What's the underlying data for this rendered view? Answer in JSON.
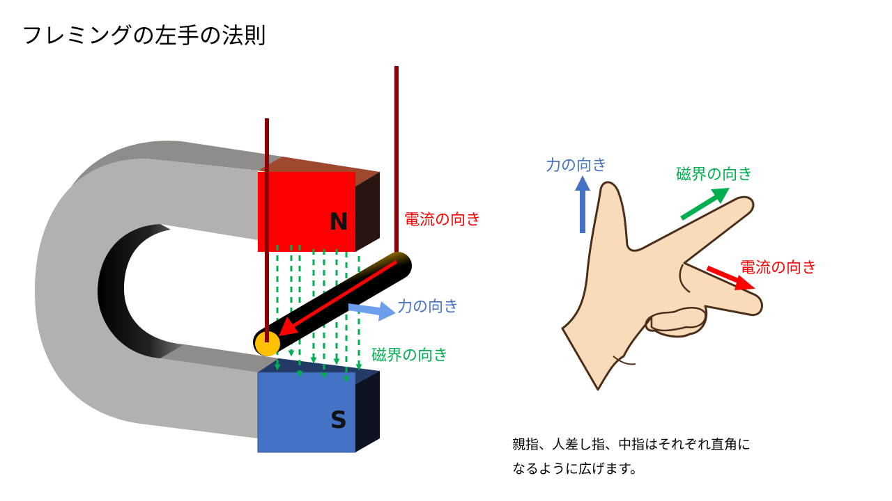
{
  "title": "フレミングの左手の法則",
  "magnet": {
    "north_label": "N",
    "south_label": "S",
    "current_label": "電流の向き",
    "force_label": "力の向き",
    "field_label": "磁界の向き"
  },
  "hand": {
    "force_label": "力の向き",
    "field_label": "磁界の向き",
    "current_label": "電流の向き"
  },
  "note": {
    "line1": "親指、人差し指、中指はそれぞれ直角に",
    "line2": "なるように広げます。"
  },
  "colors": {
    "current": "#ff0000",
    "force": "#4472c4",
    "field": "#00b050",
    "north": "#ff0000",
    "south": "#4472c4",
    "skin": "#f8dcb9"
  }
}
